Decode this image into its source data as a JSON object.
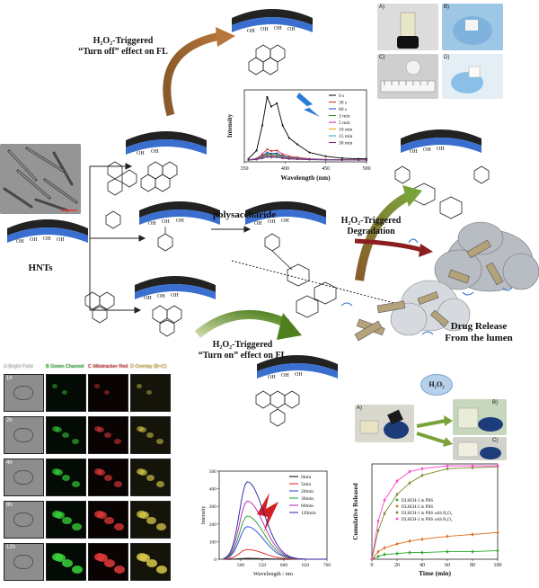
{
  "labels": {
    "turn_off_line1": "H₂O₂-Triggered",
    "turn_off_line2": "“Turn off” effect on  FL",
    "turn_on_line1": "H₂O₂-Triggered",
    "turn_on_line2": "“Turn on” effect on  FL",
    "hnts": "HNTs",
    "polysaccharide": "polysaccharide",
    "degradation_line1": "H₂O₂-Triggered",
    "degradation_line2": "Degradation",
    "drug_release_line1": "Drug Release",
    "drug_release_line2": "From the lumen",
    "h2o2_bubble": "H₂O₂"
  },
  "photo_panels": {
    "a": "A)",
    "b": "B)",
    "c": "C)",
    "d": "D)"
  },
  "vial_panels": {
    "a": "A)",
    "b": "B)",
    "c": "C)"
  },
  "microscopy": {
    "headers": [
      "A Bright Field",
      "B Green Channel",
      "C Mitotracker Red",
      "D Overlay (B+C)"
    ],
    "header_colors": [
      "#ffffff",
      "#3ddc3d",
      "#ff4444",
      "#ffd34d"
    ],
    "rows": [
      "1h",
      "2h",
      "4h",
      "8h",
      "12h"
    ]
  },
  "chart_data": [
    {
      "type": "line",
      "title": "",
      "xlabel": "Wavelength (nm)",
      "ylabel": "Intensity",
      "xlim": [
        350,
        500
      ],
      "x_ticks": [
        350,
        400,
        450,
        500
      ],
      "legend_position": "top-right",
      "series": [
        {
          "name": "0 s",
          "color": "#000000"
        },
        {
          "name": "30 s",
          "color": "#e02020"
        },
        {
          "name": "60 s",
          "color": "#2040e0"
        },
        {
          "name": "3 min",
          "color": "#20a020"
        },
        {
          "name": "5 min",
          "color": "#c020c0"
        },
        {
          "name": "10 min",
          "color": "#e0a000"
        },
        {
          "name": "15 min",
          "color": "#20a0c0"
        },
        {
          "name": "30 min",
          "color": "#802080"
        }
      ],
      "peak_values_at_380": [
        1.0,
        0.17,
        0.12,
        0.1,
        0.08,
        0.07,
        0.06,
        0.05
      ]
    },
    {
      "type": "line",
      "title": "",
      "xlabel": "Wavelength / nm",
      "ylabel": "Intensity",
      "xlim": [
        450,
        700
      ],
      "ylim": [
        0,
        500
      ],
      "x_ticks": [
        500,
        550,
        600,
        650,
        700
      ],
      "y_ticks": [
        0,
        100,
        200,
        300,
        400,
        500
      ],
      "legend_position": "top-right",
      "series": [
        {
          "name": "0min",
          "color": "#000000",
          "peak": 5
        },
        {
          "name": "5min",
          "color": "#e02020",
          "peak": 55
        },
        {
          "name": "20min",
          "color": "#2040e0",
          "peak": 185
        },
        {
          "name": "30min",
          "color": "#20a020",
          "peak": 245
        },
        {
          "name": "60min",
          "color": "#b020b0",
          "peak": 330
        },
        {
          "name": "120min",
          "color": "#2020a0",
          "peak": 440
        }
      ],
      "peak_x": 515
    },
    {
      "type": "line",
      "title": "",
      "xlabel": "Time (min)",
      "ylabel": "Cumulative Released",
      "xlim": [
        0,
        100
      ],
      "ylim": [
        0,
        100
      ],
      "x_ticks": [
        0,
        20,
        40,
        60,
        80,
        100
      ],
      "legend_position": "center-right",
      "x": [
        0,
        5,
        10,
        20,
        30,
        40,
        60,
        80,
        100
      ],
      "series": [
        {
          "name": "DLHCH-1 in PBS",
          "color": "#22aa22",
          "values": [
            0,
            3,
            5,
            6,
            7,
            7,
            8,
            8,
            9
          ]
        },
        {
          "name": "DLHCH-2 in PBS",
          "color": "#e06a1a",
          "values": [
            0,
            8,
            12,
            16,
            19,
            21,
            24,
            26,
            28
          ]
        },
        {
          "name": "DLHCH-1 in PBS with H₂O₂",
          "color": "#7a8a2a",
          "values": [
            0,
            30,
            48,
            68,
            80,
            88,
            95,
            96,
            97
          ]
        },
        {
          "name": "DLHCH-2 in PBS with H₂O₂",
          "color": "#ff44cc",
          "values": [
            0,
            40,
            62,
            82,
            92,
            95,
            98,
            98,
            98
          ]
        }
      ]
    }
  ]
}
